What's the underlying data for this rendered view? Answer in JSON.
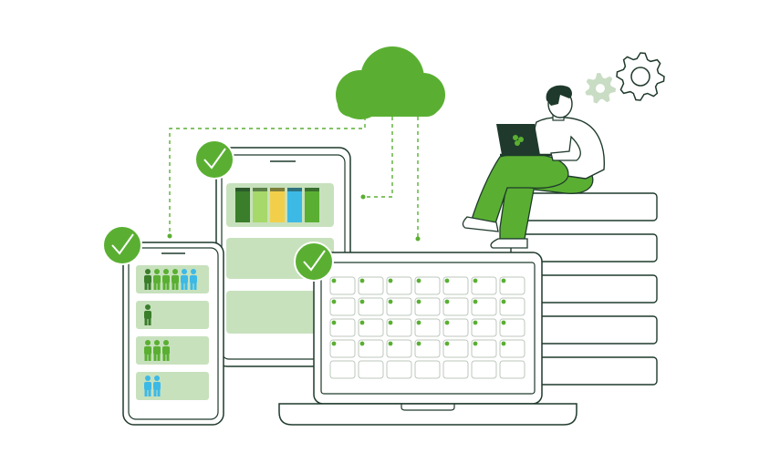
{
  "colors": {
    "brand_green": "#5aaf32",
    "dark_green": "#3a7d2a",
    "light_green": "#a6d86a",
    "pale_green": "#c7e1bd",
    "yellow": "#f2cf4a",
    "blue": "#3db9e6",
    "outline": "#1f3a2c",
    "gear_light": "#c9dcc4",
    "skin": "#ffffff"
  },
  "scene": {
    "cloud": {
      "icon": "cloud-icon"
    },
    "gears": {
      "icons": [
        "gear-icon",
        "gear-icon"
      ]
    },
    "checkmarks": {
      "icon": "check-icon",
      "count": 3
    },
    "tablet_bars": [
      "#3a7d2a",
      "#a6d86a",
      "#f2cf4a",
      "#3db9e6",
      "#5aaf32"
    ],
    "phone_groups": [
      {
        "people": [
          "#3a7d2a",
          "#5aaf32",
          "#5aaf32",
          "#5aaf32",
          "#3db9e6",
          "#3db9e6"
        ]
      },
      {
        "people": [
          "#3a7d2a"
        ]
      },
      {
        "people": [
          "#5aaf32",
          "#5aaf32",
          "#5aaf32"
        ]
      },
      {
        "people": [
          "#3db9e6",
          "#3db9e6"
        ]
      }
    ],
    "laptop_grid": {
      "rows": 5,
      "cols": 7
    },
    "server_stack": {
      "slots": 5
    }
  }
}
